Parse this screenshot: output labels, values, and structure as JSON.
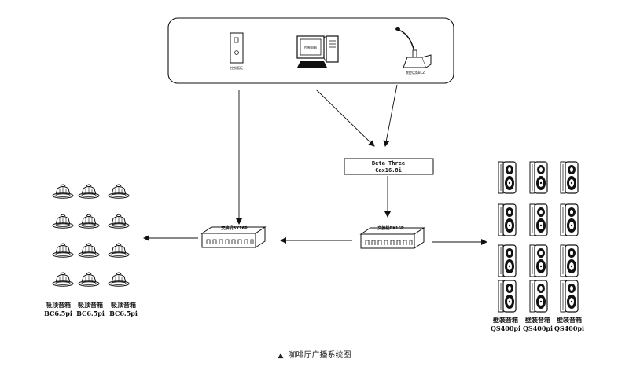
{
  "control_room": {
    "panel_label": "控制面板",
    "computer_label": "控制电脑",
    "mic_label": "数控话筒BCZ"
  },
  "processor": {
    "line1": "Beta Three",
    "line2": "Cax16.8i"
  },
  "switches": {
    "left_label": "交换机BX16P",
    "right_label": "交换机BX16P"
  },
  "ceiling_speakers": {
    "labels": [
      {
        "name": "吸顶音箱",
        "model": "BC6.5pi"
      },
      {
        "name": "吸顶音箱",
        "model": "BC6.5pi"
      },
      {
        "name": "吸顶音箱",
        "model": "BC6.5pi"
      }
    ]
  },
  "wall_speakers": {
    "labels": [
      {
        "name": "壁装音箱",
        "model": "QS400pi"
      },
      {
        "name": "壁装音箱",
        "model": "QS400pi"
      },
      {
        "name": "壁装音箱",
        "model": "QS400pi"
      }
    ]
  },
  "caption": {
    "marker": "▲",
    "text": "咖啡厅广播系统图"
  }
}
